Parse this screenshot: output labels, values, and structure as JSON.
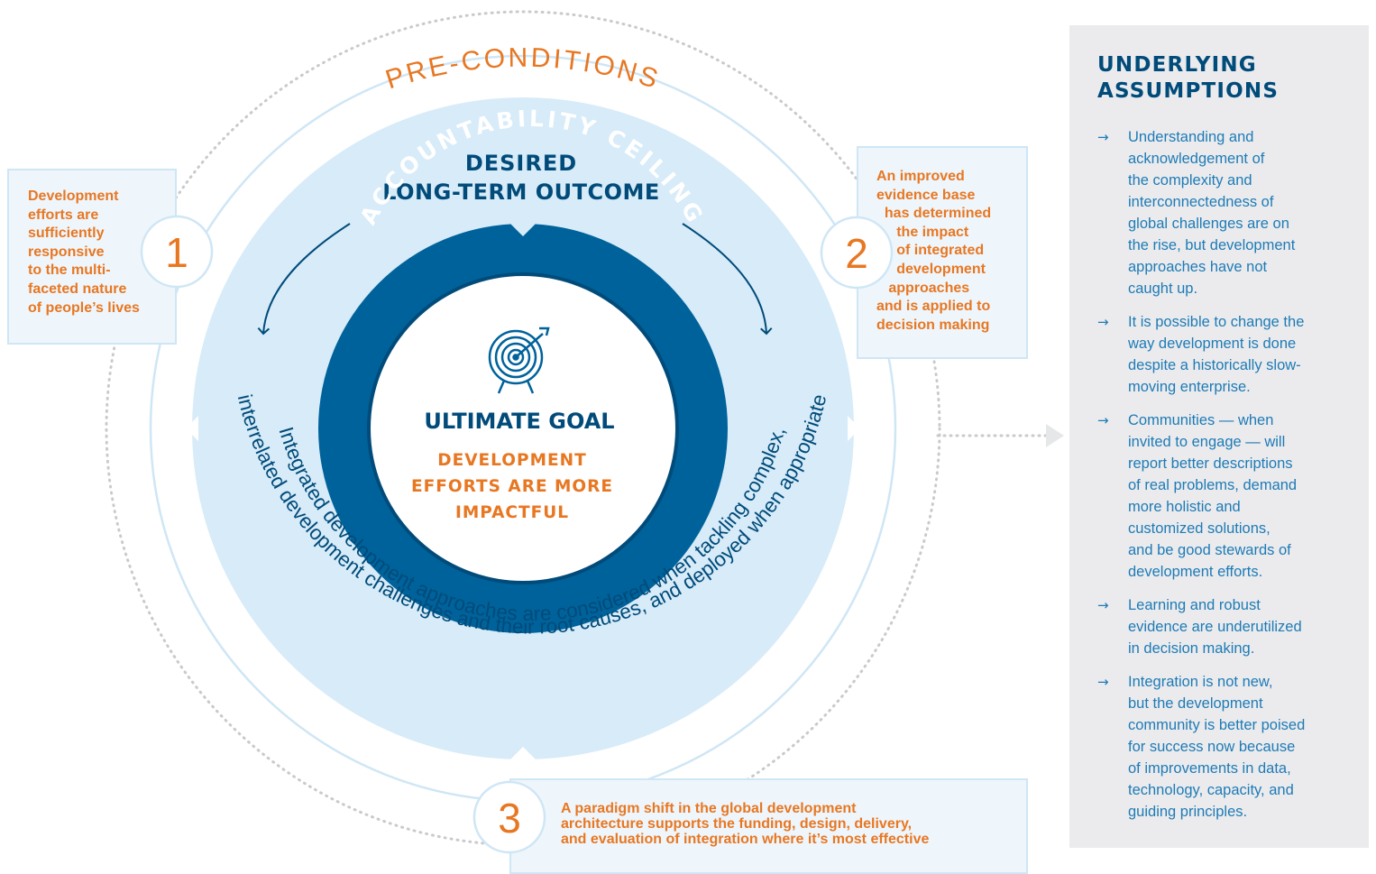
{
  "preconditions_label": "PRE-CONDITIONS",
  "desired_outcome": {
    "title_line1": "DESIRED",
    "title_line2": "LONG-TERM OUTCOME",
    "text_line1": "Integrated development approaches are considered when tackling complex,",
    "text_line2": "interrelated development challenges and their root causes, and deployed when appropriate"
  },
  "accountability_ceiling": "ACCOUNTABILITY CEILING",
  "ultimate_goal": {
    "title": "ULTIMATE GOAL",
    "lines": [
      "DEVELOPMENT",
      "EFFORTS ARE MORE",
      "IMPACTFUL"
    ]
  },
  "preconditions": [
    {
      "number": "1",
      "lines": [
        "Development",
        "efforts are",
        "sufficiently",
        "responsive",
        "to the multi-",
        "faceted nature",
        "of people’s lives"
      ]
    },
    {
      "number": "2",
      "lines": [
        "An improved",
        "evidence base",
        "  has determined",
        "     the impact",
        "     of integrated",
        "     development",
        "   approaches",
        "and is applied to",
        "decision making"
      ]
    },
    {
      "number": "3",
      "lines": [
        "A paradigm shift in the global development",
        "architecture supports the funding, design, delivery,",
        "and evaluation of integration where it’s most effective"
      ]
    }
  ],
  "assumptions": {
    "title_lines": [
      "UNDERLYING",
      "ASSUMPTIONS"
    ],
    "arrow_icon": "→",
    "items": [
      [
        "Understanding and",
        "acknowledgement of",
        "the complexity and",
        "interconnectedness of",
        "global challenges are on",
        "the rise, but development",
        "approaches have not",
        "caught up."
      ],
      [
        "It is possible to change the",
        "way development is done",
        "despite a historically slow-",
        "moving enterprise."
      ],
      [
        "Communities — when",
        "invited to engage — will",
        "report better descriptions",
        "of real problems, demand",
        "more holistic and",
        "customized solutions,",
        "and be good stewards of",
        "development efforts."
      ],
      [
        "Learning and robust",
        "evidence are underutilized",
        "in decision making."
      ],
      [
        "Integration is not new,",
        "but the development",
        "community is better poised",
        "for success now because",
        "of improvements in data,",
        "technology, capacity, and",
        "guiding principles."
      ]
    ]
  },
  "colors": {
    "dark_blue": "#004b7a",
    "ring_blue": "#00629b",
    "light_blue": "#d7ebf8",
    "text_blue": "#1e7bb6",
    "orange": "#e87722",
    "box_fill": "#eef6fc",
    "box_border": "#cfe6f5",
    "panel_gray": "#ebebed",
    "dotted_gray": "#c9cacc"
  }
}
